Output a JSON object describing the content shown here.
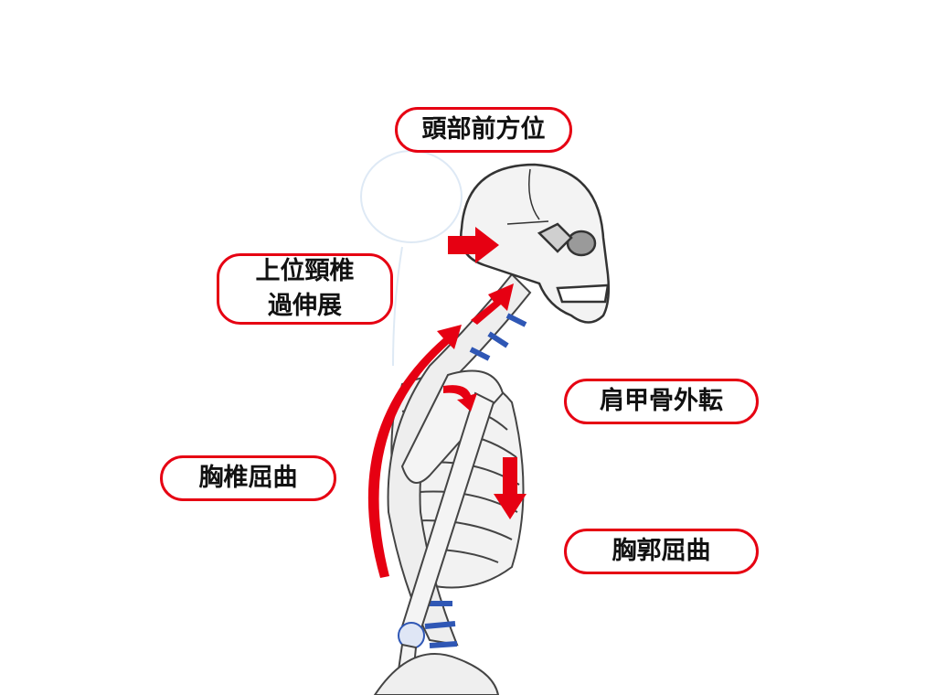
{
  "labels": {
    "forward_head": "頭部前方位",
    "upper_cervical_line1": "上位頸椎",
    "upper_cervical_line2": "過伸展",
    "scapular_abduction": "肩甲骨外転",
    "thoracic_flexion": "胸椎屈曲",
    "thoracic_cage_flexion": "胸郭屈曲"
  },
  "colors": {
    "accent": "#e60012",
    "vertebra_disc": "#2f57b5",
    "bone_outline": "#555555"
  }
}
